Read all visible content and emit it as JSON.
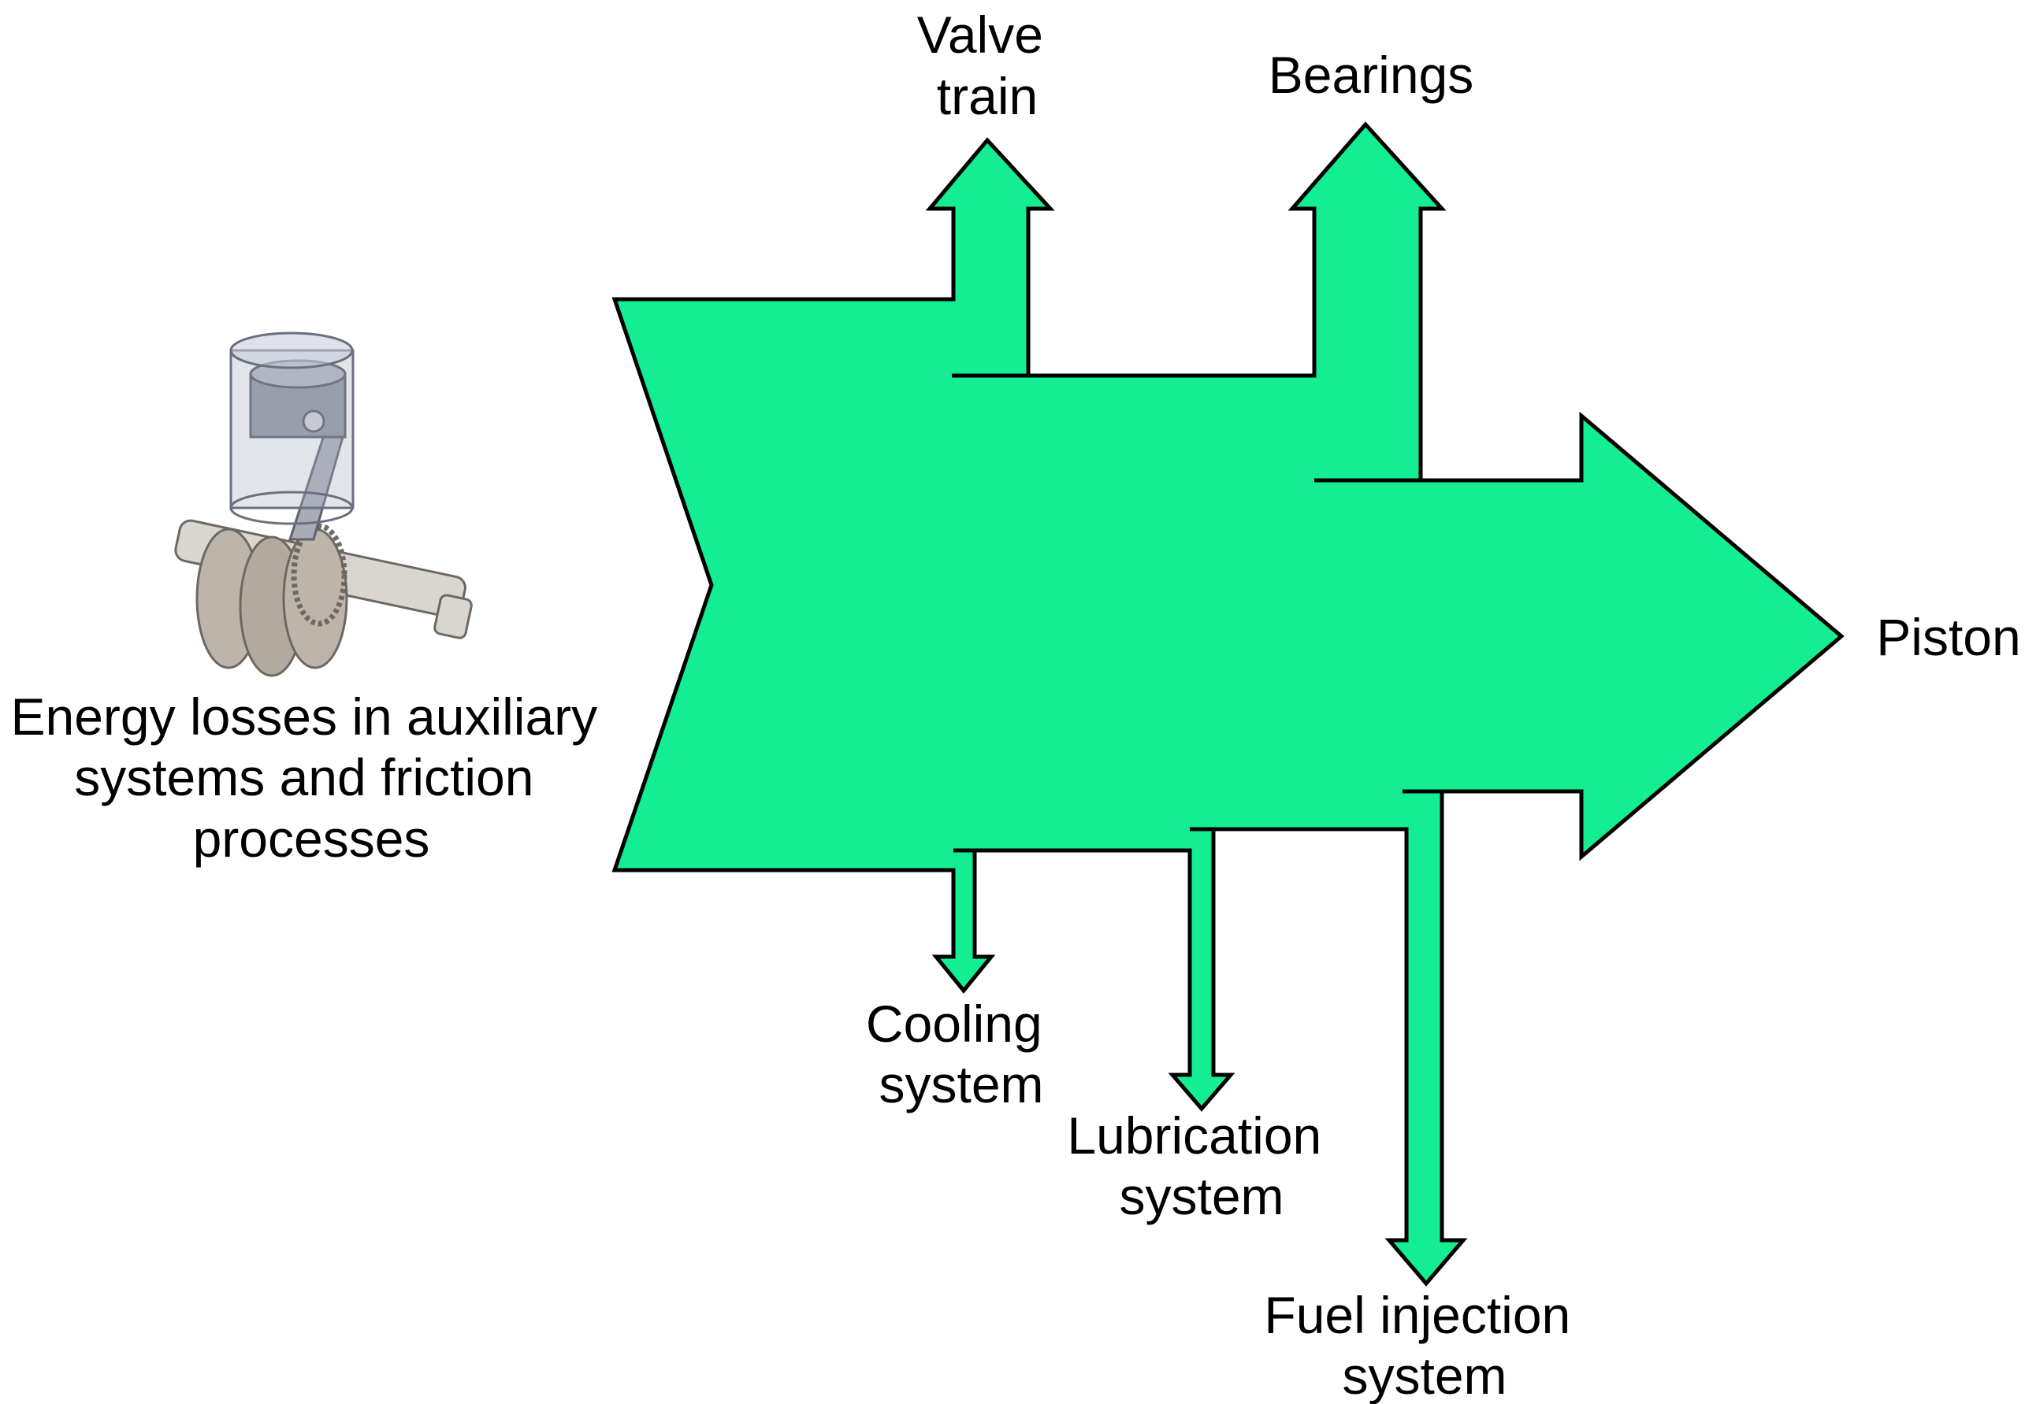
{
  "diagram": {
    "type": "sankey-energy-flow",
    "colors": {
      "flow_fill": "#14ee93",
      "outline": "#000000",
      "text": "#000000",
      "background": "#ffffff"
    },
    "illustration": {
      "icon": "piston-crankshaft-icon"
    },
    "source": {
      "lines": [
        "Energy losses in auxiliary",
        "systems and friction",
        "processes"
      ]
    },
    "outputs": {
      "piston": {
        "lines": [
          "Piston"
        ]
      },
      "valve_train": {
        "lines": [
          "Valve",
          "train"
        ]
      },
      "bearings": {
        "lines": [
          "Bearings"
        ]
      },
      "cooling_system": {
        "lines": [
          "Cooling",
          "system"
        ]
      },
      "lubrication_system": {
        "lines": [
          "Lubrication",
          "system"
        ]
      },
      "fuel_injection_system": {
        "lines": [
          "Fuel injection",
          "system"
        ]
      }
    }
  }
}
